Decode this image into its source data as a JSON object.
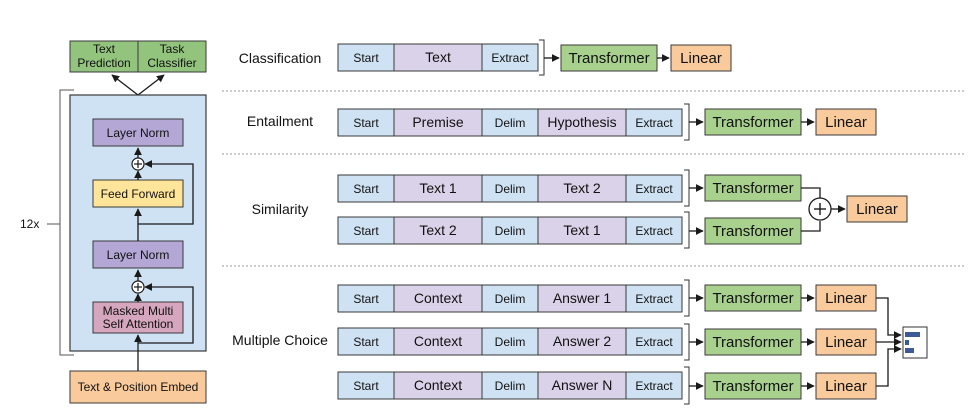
{
  "colors": {
    "start": "#cfe2f3",
    "text": "#d9d2e9",
    "transformer": "#a9d18e",
    "linear": "#f9cb9c",
    "top_box": "#93c47d",
    "stack_bg": "#cfe2f3",
    "layer_norm": "#b4a7d6",
    "feed_forward": "#ffe599",
    "attention": "#d5a6bd",
    "embed": "#f9cb9c",
    "line": "#1a1a1a",
    "separator": "#9a9a9a"
  },
  "architecture": {
    "top_boxes": [
      {
        "lines": [
          "Text",
          "Prediction"
        ]
      },
      {
        "lines": [
          "Task",
          "Classifier"
        ]
      }
    ],
    "repeat_label": "12x",
    "layer_norm_top": "Layer Norm",
    "feed_forward": "Feed Forward",
    "layer_norm_bottom": "Layer Norm",
    "attention": [
      "Masked Multi",
      "Self Attention"
    ],
    "embed": "Text & Position Embed"
  },
  "tasks": [
    {
      "label": "Classification",
      "sequences": [
        [
          "Start",
          "Text",
          "Extract"
        ]
      ],
      "transformer": "Transformer",
      "linear": "Linear"
    },
    {
      "label": "Entailment",
      "sequences": [
        [
          "Start",
          "Premise",
          "Delim",
          "Hypothesis",
          "Extract"
        ]
      ],
      "transformer": "Transformer",
      "linear": "Linear"
    },
    {
      "label": "Similarity",
      "sequences": [
        [
          "Start",
          "Text 1",
          "Delim",
          "Text 2",
          "Extract"
        ],
        [
          "Start",
          "Text 2",
          "Delim",
          "Text 1",
          "Extract"
        ]
      ],
      "transformer": "Transformer",
      "linear": "Linear"
    },
    {
      "label": "Multiple Choice",
      "sequences": [
        [
          "Start",
          "Context",
          "Delim",
          "Answer 1",
          "Extract"
        ],
        [
          "Start",
          "Context",
          "Delim",
          "Answer 2",
          "Extract"
        ],
        [
          "Start",
          "Context",
          "Delim",
          "Answer N",
          "Extract"
        ]
      ],
      "transformer": "Transformer",
      "linear": "Linear"
    }
  ]
}
